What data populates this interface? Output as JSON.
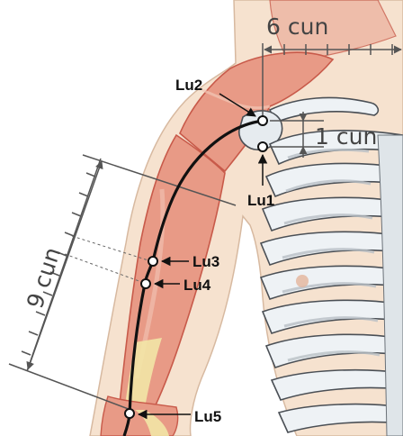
{
  "measurements": {
    "shoulder_width": "6 cun",
    "point_gap": "1 cun",
    "upper_arm": "9 cun"
  },
  "points": {
    "lu1": "Lu1",
    "lu2": "Lu2",
    "lu3": "Lu3",
    "lu4": "Lu4",
    "lu5": "Lu5"
  },
  "colors": {
    "skin": "#f6e2cf",
    "muscle": "#e89a86",
    "muscle_outline": "#c85a4a",
    "tendon": "#f2e6a6",
    "bone": "#eef2f5",
    "bone_outline": "#4a4f55",
    "rib_shade": "#b9c0c6",
    "meridian": "#111111",
    "measure_line": "#555555"
  }
}
